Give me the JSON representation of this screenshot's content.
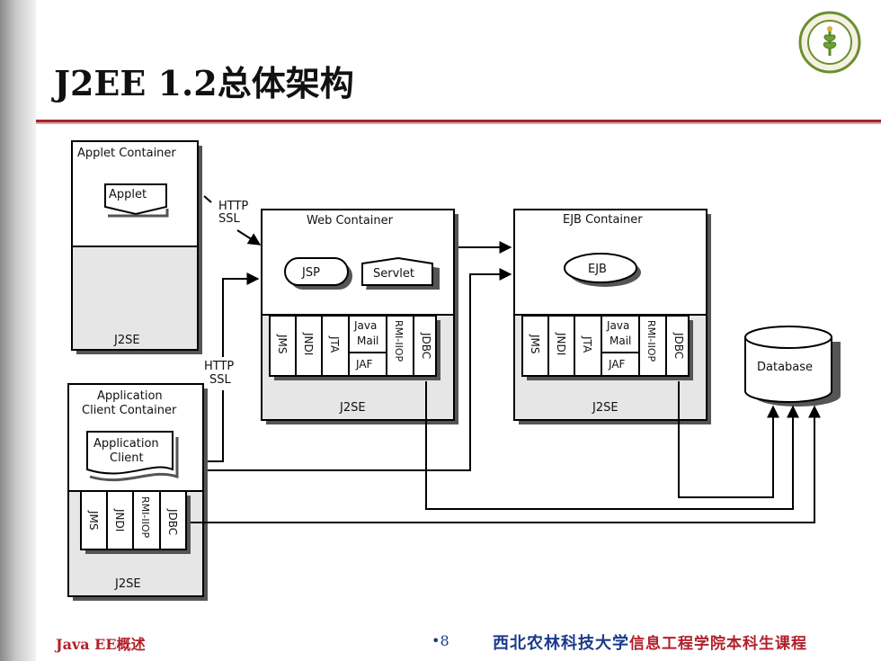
{
  "slide": {
    "title": "J2EE 1.2总体架构",
    "footer_left": "Java EE概述",
    "page_number": "•8",
    "footer_school": "西北农林科技大学",
    "footer_course": "信息工程学院本科生课程"
  },
  "logo": {
    "icon": "university-seal-icon",
    "color": "#5a8a2a"
  },
  "colors": {
    "accent": "#a8232b",
    "container_fill": "#e6e6e6",
    "shadow": "#555555"
  },
  "diagram": {
    "applet_container": {
      "title": "Applet  Container",
      "component": "Applet",
      "platform": "J2SE"
    },
    "app_client_container": {
      "title_line1": "Application",
      "title_line2": "Client Container",
      "component_line1": "Application",
      "component_line2": "Client",
      "apis": [
        "JMS",
        "JNDI",
        "RMI-IIOP",
        "JDBC"
      ],
      "platform": "J2SE"
    },
    "web_container": {
      "title": "Web Container",
      "components": [
        "JSP",
        "Servlet"
      ],
      "apis": [
        "JMS",
        "JNDI",
        "JTA"
      ],
      "javamail_line1": "Java",
      "javamail_line2": "Mail",
      "jaf": "JAF",
      "apis_right": [
        "RMI-IIOP",
        "JDBC"
      ],
      "platform": "J2SE"
    },
    "ejb_container": {
      "title": "EJB Container",
      "component": "EJB",
      "apis": [
        "JMS",
        "JNDI",
        "JTA"
      ],
      "javamail_line1": "Java",
      "javamail_line2": "Mail",
      "jaf": "JAF",
      "apis_right": [
        "RMI-IIOP",
        "JDBC"
      ],
      "platform": "J2SE"
    },
    "database": {
      "label": "Database"
    },
    "protocol_top": {
      "line1": "HTTP",
      "line2": "SSL"
    },
    "protocol_bottom": {
      "line1": "HTTP",
      "line2": "SSL"
    }
  }
}
